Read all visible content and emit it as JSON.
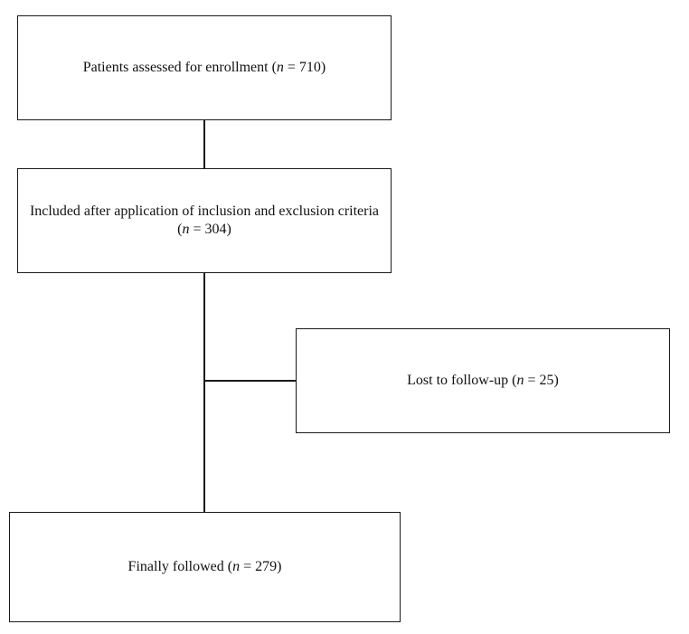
{
  "boxes": {
    "assessed": {
      "label": "Patients assessed for enrollment (",
      "n_symbol": "n",
      "n_text": " = 710)"
    },
    "included": {
      "label": "Included after application of inclusion and exclusion criteria (",
      "n_symbol": "n",
      "n_text": " = 304)"
    },
    "lost": {
      "label": "Lost to follow-up (",
      "n_symbol": "n",
      "n_text": " = 25)"
    },
    "followed": {
      "label": "Finally followed (",
      "n_symbol": "n",
      "n_text": " = 279)"
    }
  }
}
